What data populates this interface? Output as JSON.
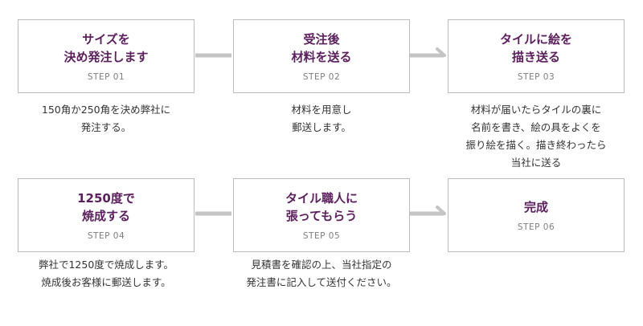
{
  "steps": [
    {
      "title": "サイズを\n決め発注します",
      "step": "STEP 01",
      "description": "150角か250角を決め弊社に\n発注する。"
    },
    {
      "title": "受注後\n材料を送る",
      "step": "STEP 02",
      "description": "材料を用意し\n郵送します。"
    },
    {
      "title": "タイルに絵を\n描き送る",
      "step": "STEP 03",
      "description": "材料が届いたらタイルの裏に\n名前を書き、絵の具をよくを\n振り絵を描く。描き終わったら\n当社に送る"
    },
    {
      "title": "1250度で\n焼成する",
      "step": "STEP 04",
      "description": "弊社で1250度で焼成します。\n焼成後お客様に郵送します。"
    },
    {
      "title": "タイル職人に\n張ってもらう",
      "step": "STEP 05",
      "description": "見積書を確認の上、当社指定の\n発注書に記入して送付ください。"
    },
    {
      "title": "完成",
      "step": "STEP 06",
      "description": ""
    }
  ],
  "colors": {
    "title": "#5a1f5c",
    "border": "#bcbcbc",
    "connector": "#c4c4c4",
    "step_label": "#7d7d7d",
    "description": "#333333"
  },
  "icons": {
    "connector": "right-arrow-icon"
  }
}
